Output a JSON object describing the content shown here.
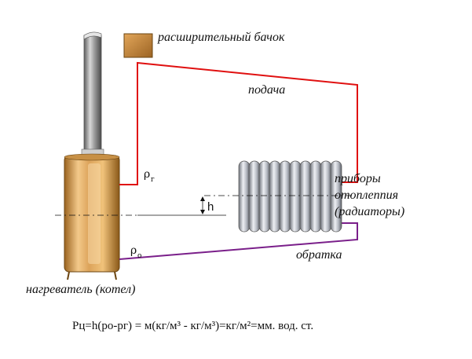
{
  "labels": {
    "expansion_tank": "расширительный бачок",
    "supply": "подача",
    "devices_line1": "приборы",
    "devices_line2": "отоплennия",
    "devices_line3": "(радиаторы)",
    "return": "обратка",
    "heater": "нагреватель (котел)",
    "rho_hot": "ρ",
    "rho_hot_sub": "г",
    "rho_cold": "ρ",
    "rho_cold_sub": "о",
    "height": "h"
  },
  "formula": "Рц=h(ро-рг) = м(кг/м³ - кг/м³)=кг/м²=мм. вод. ст.",
  "colors": {
    "supply_pipe": "#e01010",
    "return_pipe": "#7a1f8a",
    "boiler": "#d4a050",
    "tank": "#c88a38",
    "radiator": "#b8bcc4",
    "chimney": "#9a9a9a"
  }
}
